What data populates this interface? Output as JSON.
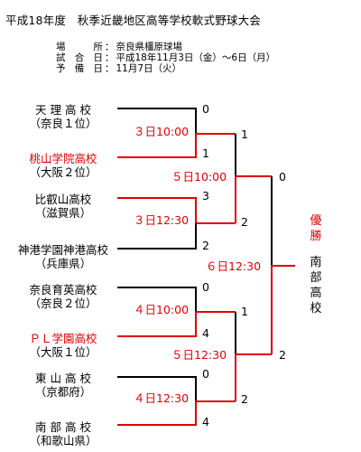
{
  "title": "平成18年度　秋季近畿地区高等学校軟式野球大会",
  "info": [
    {
      "key": "場所",
      "value": "奈良県橿原球場"
    },
    {
      "key": "試合日",
      "value": "平成18年11月3日（金）〜6日（月）"
    },
    {
      "key": "予備日",
      "value": "11月7日（火）"
    }
  ],
  "teams": [
    {
      "name": "天 理 高 校",
      "sub": "（奈良１位）",
      "highlight": false
    },
    {
      "name": "桃山学院高校",
      "sub": "（大阪２位）",
      "highlight": true
    },
    {
      "name": "比叡山高校",
      "sub": "（滋賀県）",
      "highlight": false
    },
    {
      "name": "神港学園神港高校",
      "sub": "（兵庫県）",
      "highlight": false
    },
    {
      "name": "奈良育英高校",
      "sub": "（奈良２位）",
      "highlight": false
    },
    {
      "name": "ＰＬ学園高校",
      "sub": "（大阪１位）",
      "highlight": true
    },
    {
      "name": "東 山 高 校",
      "sub": "（京都府）",
      "highlight": false
    },
    {
      "name": "南 部 高 校",
      "sub": "（和歌山県）",
      "highlight": false
    }
  ],
  "round1": [
    {
      "time": "３日10:00",
      "scores": [
        "0",
        "1"
      ]
    },
    {
      "time": "３日12:30",
      "scores": [
        "3",
        "2"
      ]
    },
    {
      "time": "４日10:00",
      "scores": [
        "0",
        "4"
      ]
    },
    {
      "time": "４日12:30",
      "scores": [
        "0",
        "4"
      ]
    }
  ],
  "round2": [
    {
      "time": "５日10:00",
      "scores": [
        "1",
        "2"
      ]
    },
    {
      "time": "５日12:30",
      "scores": [
        "1",
        "2"
      ]
    }
  ],
  "final": {
    "time": "６日12:30",
    "scores": [
      "0",
      "2"
    ]
  },
  "champion_label": "優勝",
  "champion": "南部高校",
  "colors": {
    "winner_line": "#e00000",
    "line": "#000000",
    "highlight_text": "#e00000"
  }
}
